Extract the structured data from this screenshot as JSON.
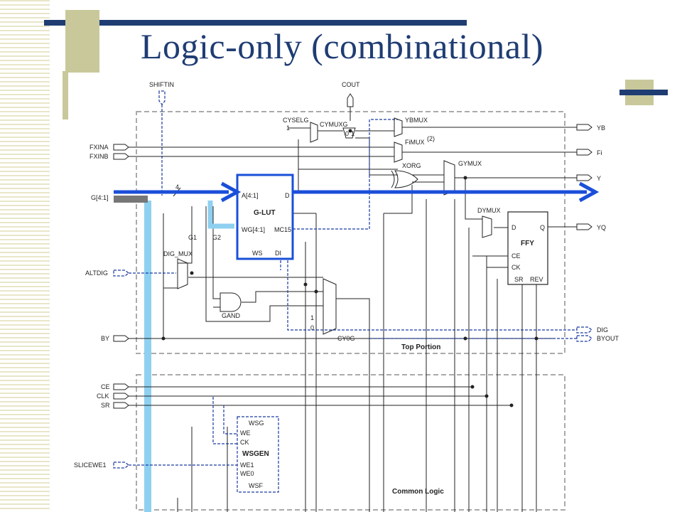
{
  "title": "Logic-only (combinational)",
  "colors": {
    "title": "#1f3d73",
    "highlight": "#1a4fd8",
    "cyan": "#8fd0f0",
    "accent": "#1f3d73",
    "deco": "#c8c89a"
  },
  "inputs": {
    "shiftin": "SHIFTIN",
    "fxina": "FXINA",
    "fxinb": "FXINB",
    "g": "G[4:1]",
    "altdig": "ALTDIG",
    "by": "BY",
    "ce": "CE",
    "clk": "CLK",
    "sr": "SR",
    "slicewe1": "SLICEWE1"
  },
  "outputs": {
    "cout": "COUT",
    "yb": "YB",
    "fi": "Fi",
    "y": "Y",
    "yq": "YQ",
    "dig": "DIG",
    "byout": "BYOUT"
  },
  "blocks": {
    "glut": {
      "name": "G-LUT",
      "a": "A[4:1]",
      "d": "D",
      "wg": "WG[4:1]",
      "mc15": "MC15",
      "ws": "WS",
      "di": "DI"
    },
    "ffy": {
      "name": "FFY",
      "d": "D",
      "q": "Q",
      "ce": "CE",
      "ck": "CK",
      "sr": "SR",
      "rev": "REV"
    },
    "wsgen": {
      "name": "WSGEN",
      "wsg": "WSG",
      "we": "WE",
      "ck": "CK",
      "we1": "WE1",
      "we0": "WE0",
      "wsf": "WSF"
    },
    "cysel": "CYSELG",
    "cyselOne": "1",
    "cymuxg": "CYMUXG",
    "cymuxZero": "0",
    "cymuxOne": "1",
    "ybmux": "YBMUX",
    "fimux": "FiMUX",
    "fimuxNote": "(2)",
    "xorg": "XORG",
    "gymux": "GYMUX",
    "dymux": "DYMUX",
    "digmux": "DIG_MUX",
    "gand": "GAND",
    "cy0g": "CY0G",
    "cy0One": "1",
    "cy0Zero": "0",
    "g1": "G1",
    "g2": "G2",
    "bus4": "4"
  },
  "regions": {
    "top": "Top Portion",
    "common": "Common Logic"
  }
}
